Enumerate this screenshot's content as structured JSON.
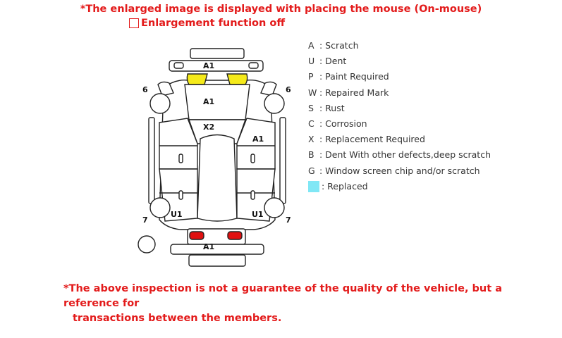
{
  "notice_top": "*The enlarged image is displayed with placing the mouse (On-mouse)",
  "enlargement_toggle": {
    "label": "Enlargement function off",
    "checked": false
  },
  "legend": [
    {
      "code": "A",
      "text": ": Scratch"
    },
    {
      "code": "U",
      "text": ": Dent"
    },
    {
      "code": "P",
      "text": ": Paint Required"
    },
    {
      "code": "W",
      "text": ": Repaired Mark"
    },
    {
      "code": "S",
      "text": ": Rust"
    },
    {
      "code": "C",
      "text": ": Corrosion"
    },
    {
      "code": "X",
      "text": ": Replacement Required"
    },
    {
      "code": "B",
      "text": ": Dent With other defects,deep scratch"
    },
    {
      "code": "G",
      "text": ":  Window screen chip and/or scratch"
    }
  ],
  "legend_replaced": {
    "text": ": Replaced",
    "color": "#80e7f5"
  },
  "diagram_marks": {
    "front_bumper": "A1",
    "hood": "A1",
    "windshield": "X2",
    "right_side": "A1",
    "rear_bumper": "A1",
    "left_front_6": "6",
    "right_front_6": "6",
    "left_rear_7": "7",
    "right_rear_7": "7",
    "left_rear_dent": "U1",
    "right_rear_dent": "U1"
  },
  "colors": {
    "warning_red": "#e31b1b",
    "headlight_yellow": "#f5ea1a",
    "taillight_red": "#e01010",
    "replaced_cyan": "#80e7f5"
  },
  "notice_bottom_line1": "*The above inspection is not a guarantee of the quality of the vehicle, but a reference for",
  "notice_bottom_line2": "transactions between the members."
}
